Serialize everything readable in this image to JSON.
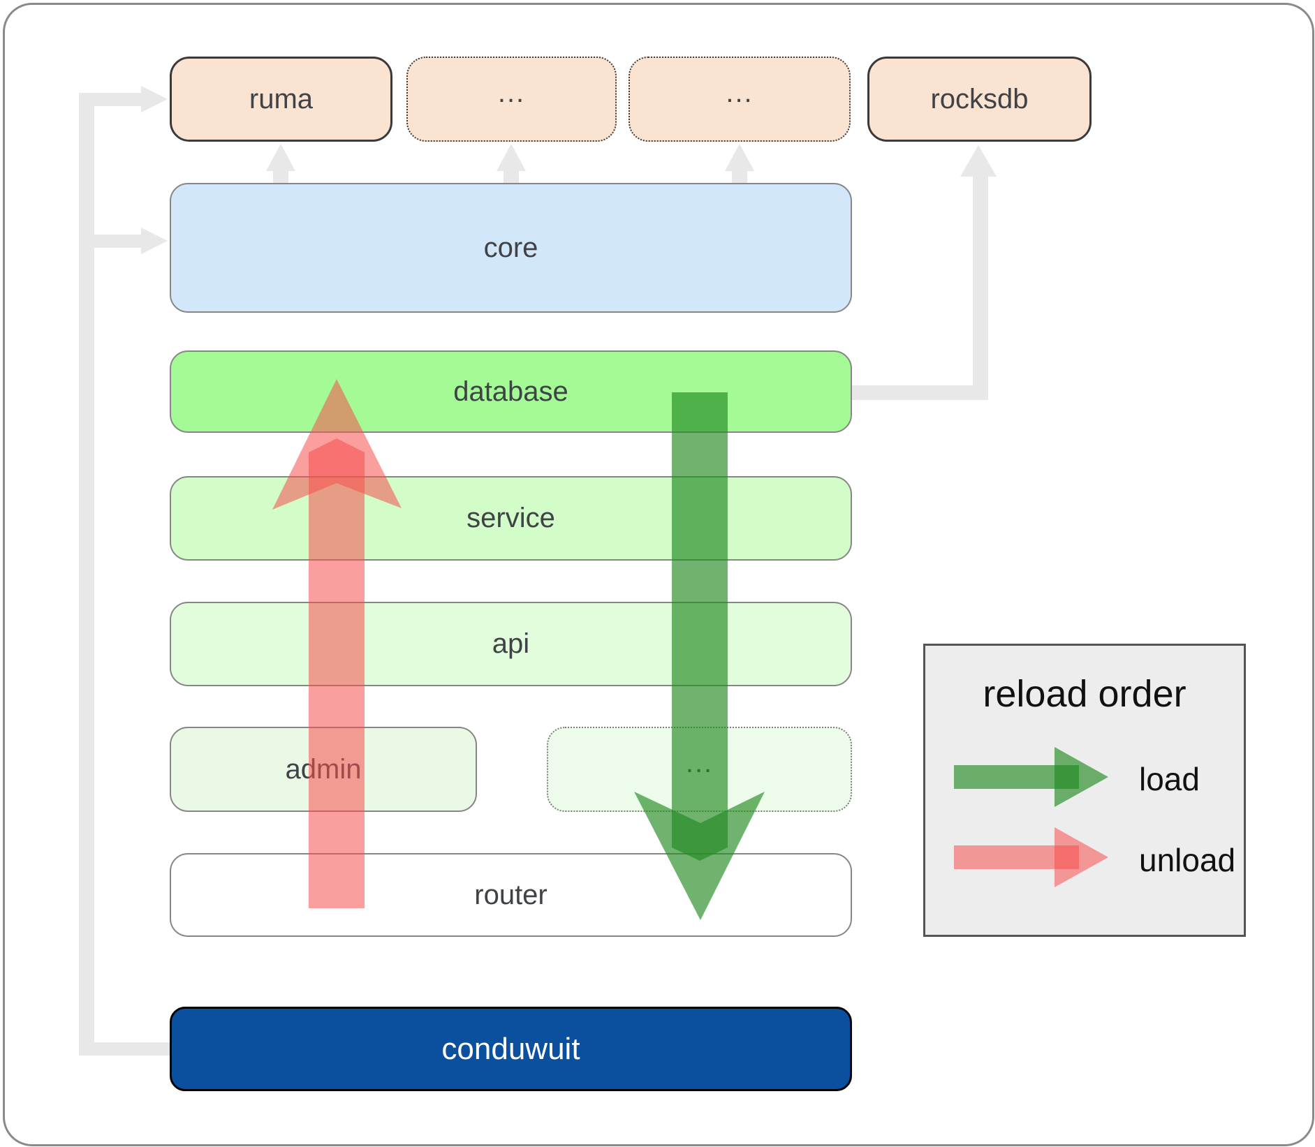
{
  "diagram": {
    "title_hint": "conduwuit module architecture with reload order",
    "nodes": {
      "ruma": {
        "label": "ruma"
      },
      "dep_a": {
        "label": "..."
      },
      "dep_b": {
        "label": "..."
      },
      "rocksdb": {
        "label": "rocksdb"
      },
      "core": {
        "label": "core"
      },
      "database": {
        "label": "database"
      },
      "service": {
        "label": "service"
      },
      "api": {
        "label": "api"
      },
      "admin": {
        "label": "admin"
      },
      "admin_more": {
        "label": "..."
      },
      "router": {
        "label": "router"
      },
      "conduwuit": {
        "label": "conduwuit"
      }
    },
    "edges": [
      "conduwuit -> ruma",
      "conduwuit -> core",
      "core -> ruma",
      "core -> dep_a",
      "core -> dep_b",
      "database -> rocksdb"
    ]
  },
  "legend": {
    "title": "reload order",
    "items": [
      {
        "id": "load",
        "label": "load",
        "color": "#228b22"
      },
      {
        "id": "unload",
        "label": "unload",
        "color": "#f64e4e"
      }
    ]
  },
  "colors": {
    "load_arrow_green": "#228b22",
    "unload_arrow_red": "#f64e4e",
    "connector_gray": "#e8e8e8",
    "top_box_peach": "#fbe3d2",
    "core_blue": "#d3e7fa",
    "database_green": "#a4fa95",
    "service_green": "#d2fcc8",
    "api_green": "#e2fddb",
    "admin_green": "#eaf9e6",
    "router_white": "#ffffff",
    "conduwuit_navy": "#0b4f9f",
    "legend_bg": "#ededed"
  }
}
